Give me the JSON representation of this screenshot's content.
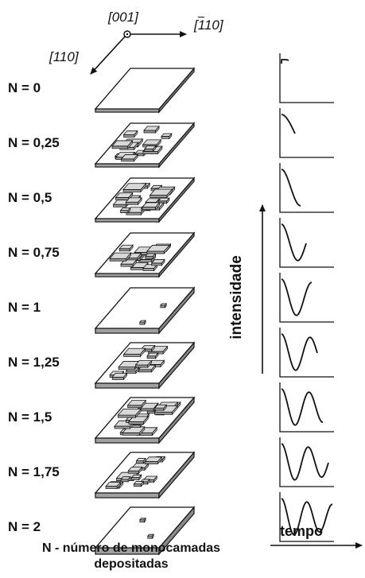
{
  "crystal_axes": {
    "axis_001": "[001]",
    "axis_110": "[110]",
    "axis_1bar10_overbar": "1",
    "axis_1bar10_rest": "10]",
    "axis_1bar10_open": "["
  },
  "layers": [
    {
      "label": "N = 0",
      "coverage": 0
    },
    {
      "label": "N = 0,25",
      "coverage": 0.25
    },
    {
      "label": "N = 0,5",
      "coverage": 0.5
    },
    {
      "label": "N = 0,75",
      "coverage": 0.75
    },
    {
      "label": "N = 1",
      "coverage": 1
    },
    {
      "label": "N = 1,25",
      "coverage": 1.25
    },
    {
      "label": "N = 1,5",
      "coverage": 1.5
    },
    {
      "label": "N = 1,75",
      "coverage": 1.75
    },
    {
      "label": "N = 2",
      "coverage": 2
    }
  ],
  "plot": {
    "ylabel": "intensidade",
    "xlabel": "tempo"
  },
  "caption": {
    "line1": "N - número de monocamadas",
    "line2": "depositadas"
  },
  "colors": {
    "ink": "#111111",
    "slab_side": "#cfcfcf",
    "island": "#d8d8d8"
  }
}
